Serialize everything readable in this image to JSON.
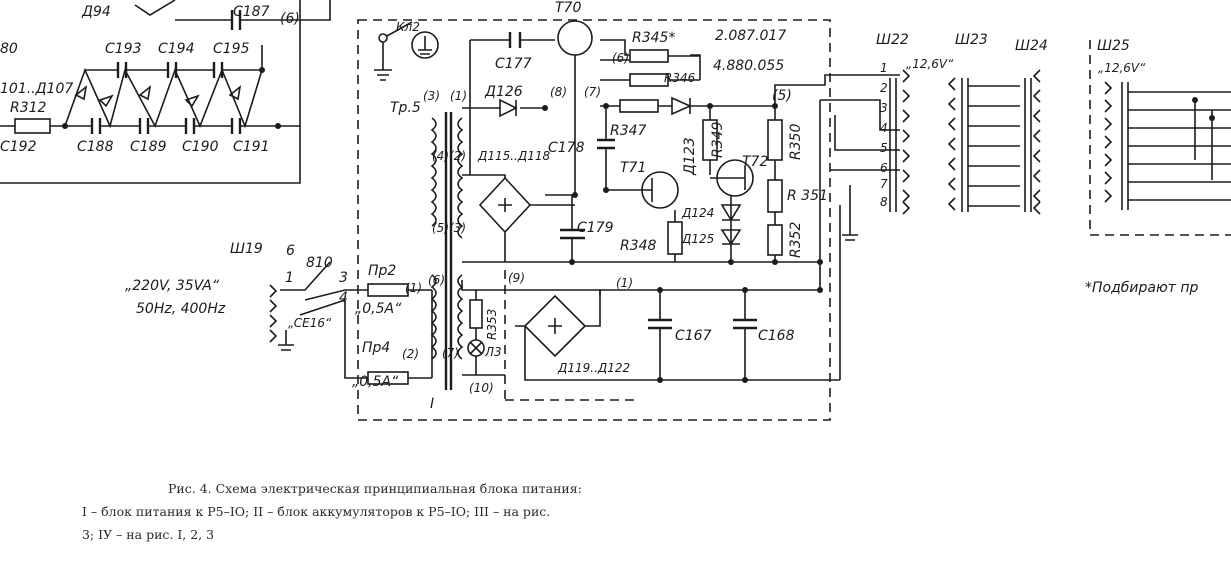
{
  "figure": {
    "labels": {
      "d94": "Д94",
      "c187": "C187",
      "six_b": "(6)",
      "n80": "80",
      "d101": "101..Д107",
      "c193": "C193",
      "c194": "C194",
      "c195": "C195",
      "r312": "R312",
      "c192": "C192",
      "c188": "C188",
      "c189": "C189",
      "c190": "C190",
      "c191": "C191",
      "kl2": "Кл2",
      "t70": "T70",
      "r345": "R345*",
      "code1": "2.087.017",
      "code2": "4.880.055",
      "c177": "C177",
      "p6": "(6)",
      "r346": "R346",
      "tp5": "Tp.5",
      "p3": "(3)",
      "p1a": "(1)",
      "d126": "Д126",
      "p8": "(8)",
      "p7": "(7)",
      "r347": "R347",
      "d123": "Д123",
      "r349": "R349",
      "p5": "(5)",
      "r350": "R350",
      "t72": "T72",
      "r351": "R 351",
      "c178": "C178",
      "t71": "T71",
      "p4x2": "(4)(2)",
      "d115": "Д115..Д118",
      "c179": "C179",
      "d124": "Д124",
      "d125": "Д125",
      "r348": "R348",
      "r352": "R352",
      "p5x3": "(5)(3)",
      "sh19": "Ш19",
      "n6": "6",
      "n810": "810",
      "n1": "1",
      "n3": "3",
      "n4": "4",
      "pr2": "Пр2",
      "p1b": "(1)",
      "amp1": "„0,5A“",
      "p6b": "(6)",
      "p9": "(9)",
      "p1c": "(1)",
      "r353": "R353",
      "c167": "C167",
      "c168": "C168",
      "ce16": "„CE16“",
      "pr4": "Пр4",
      "p2": "(2)",
      "amp2": "„0,5A“",
      "p7b": "(7)",
      "l3": "Л3",
      "d119": "Д119..Д122",
      "p10": "(10)",
      "roman1": "I",
      "v220": "„220V, 35VA“",
      "hz": "50Hz, 400Hz",
      "sh22": "Ш22",
      "sh23": "Ш23",
      "sh24": "Ш24",
      "sh25": "Ш25",
      "v126a": "„12,6V“",
      "v126b": "„12,6V“",
      "pin1": "1",
      "pin2": "2",
      "pin3": "3",
      "pin4": "4",
      "pin5": "5",
      "pin6": "6",
      "pin7": "7",
      "pin8": "8",
      "note": "*Подбирают пр"
    }
  },
  "caption": {
    "line1": "Рис. 4. Схема электрическая принципиальная блока питания:",
    "line2": "I – блок питания к P5–IO; II – блок аккумуляторов к P5–IO; III – на рис.",
    "line3": "3; IУ – на рис. I, 2, 3"
  }
}
